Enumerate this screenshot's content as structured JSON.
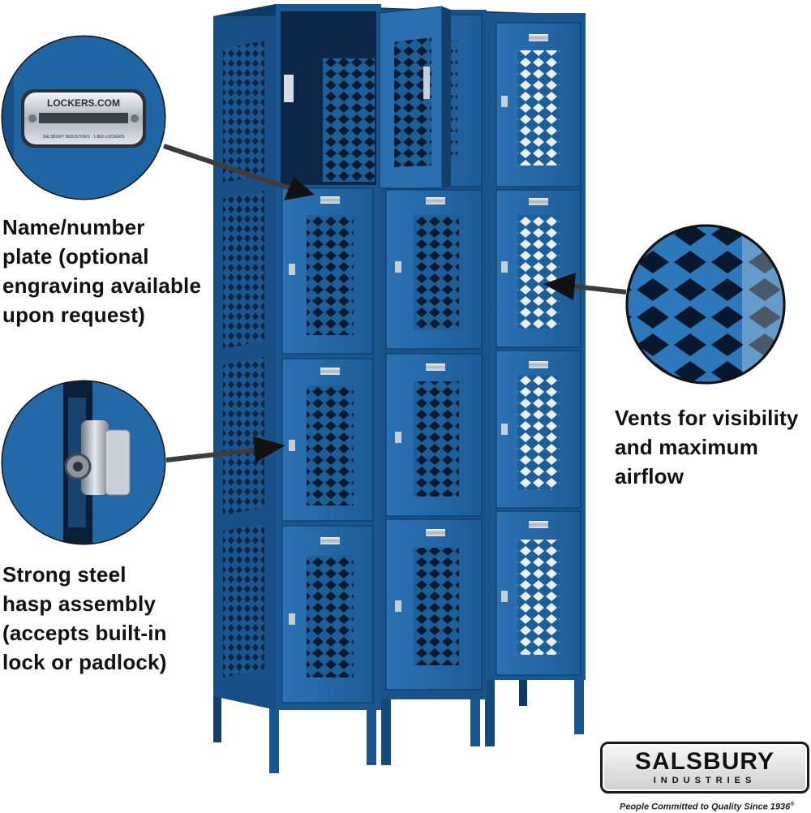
{
  "callouts": {
    "nameplate": {
      "lines": [
        "Name/number",
        "plate (optional",
        "engraving available",
        "upon request)"
      ],
      "plate_text": "LOCKERS.COM",
      "plate_subtext": "SALSBURY INDUSTRIES · 1-800-LOCKERS",
      "icon": "nameplate-icon"
    },
    "hasp": {
      "lines": [
        "Strong steel",
        "hasp assembly",
        "(accepts built-in",
        "lock or padlock)"
      ],
      "icon": "hasp-icon"
    },
    "vents": {
      "lines": [
        "Vents for visibility",
        "and maximum",
        "airflow"
      ],
      "icon": "vent-mesh-icon"
    }
  },
  "brand": {
    "name": "SALSBURY",
    "sub": "INDUSTRIES",
    "tagline": "People Committed to Quality Since 1936",
    "trademark": "®"
  },
  "colors": {
    "locker_blue": "#1d5f9a",
    "locker_dark": "#0d3b66",
    "locker_light": "#3f86c2",
    "text": "#111111"
  },
  "locker": {
    "columns": 3,
    "tiers": 4,
    "open_door": "top-left"
  }
}
